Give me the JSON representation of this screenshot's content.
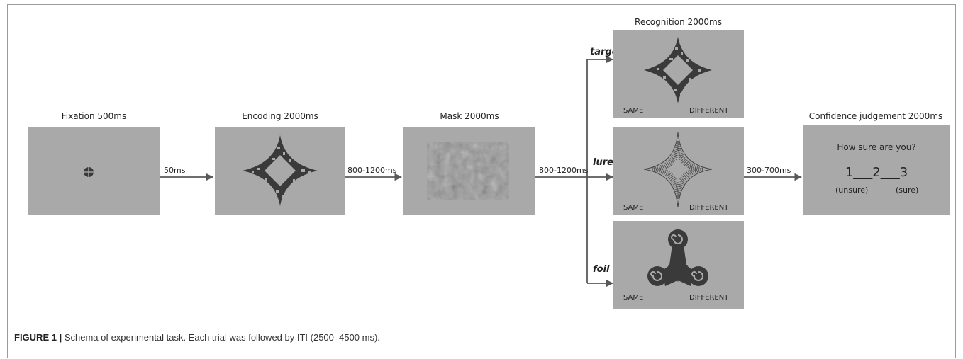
{
  "stages": {
    "fixation": "Fixation 500ms",
    "encoding": "Encoding 2000ms",
    "mask": "Mask 2000ms",
    "recognition": "Recognition 2000ms",
    "confidence": "Confidence judgement 2000ms"
  },
  "intervals": {
    "fix_to_enc": "50ms",
    "enc_to_mask": "800-1200ms",
    "mask_to_rec": "800-1200ms",
    "rec_to_conf": "300-700ms"
  },
  "branches": {
    "target": "target",
    "lure": "lure",
    "foil": "foil"
  },
  "responses": {
    "same": "SAME",
    "different": "DIFFERENT"
  },
  "confidence_panel": {
    "question": "How sure are you?",
    "scale": "1___2___3",
    "low_label": "(unsure)",
    "high_label": "(sure)"
  },
  "caption": {
    "label": "FIGURE 1 |",
    "text": " Schema of experimental task. Each trial was followed by ITI (2500–4500 ms)."
  },
  "colors": {
    "panel": "#a9a9a9",
    "arrow": "#595959",
    "stimulus": "#3a3a3a"
  },
  "icons": {
    "fixation": "crosshair-icon",
    "target_stimulus": "fractal-diamond-icon",
    "lure_stimulus": "hatched-star-icon",
    "foil_stimulus": "triskelion-icon",
    "mask": "noise-pattern"
  }
}
